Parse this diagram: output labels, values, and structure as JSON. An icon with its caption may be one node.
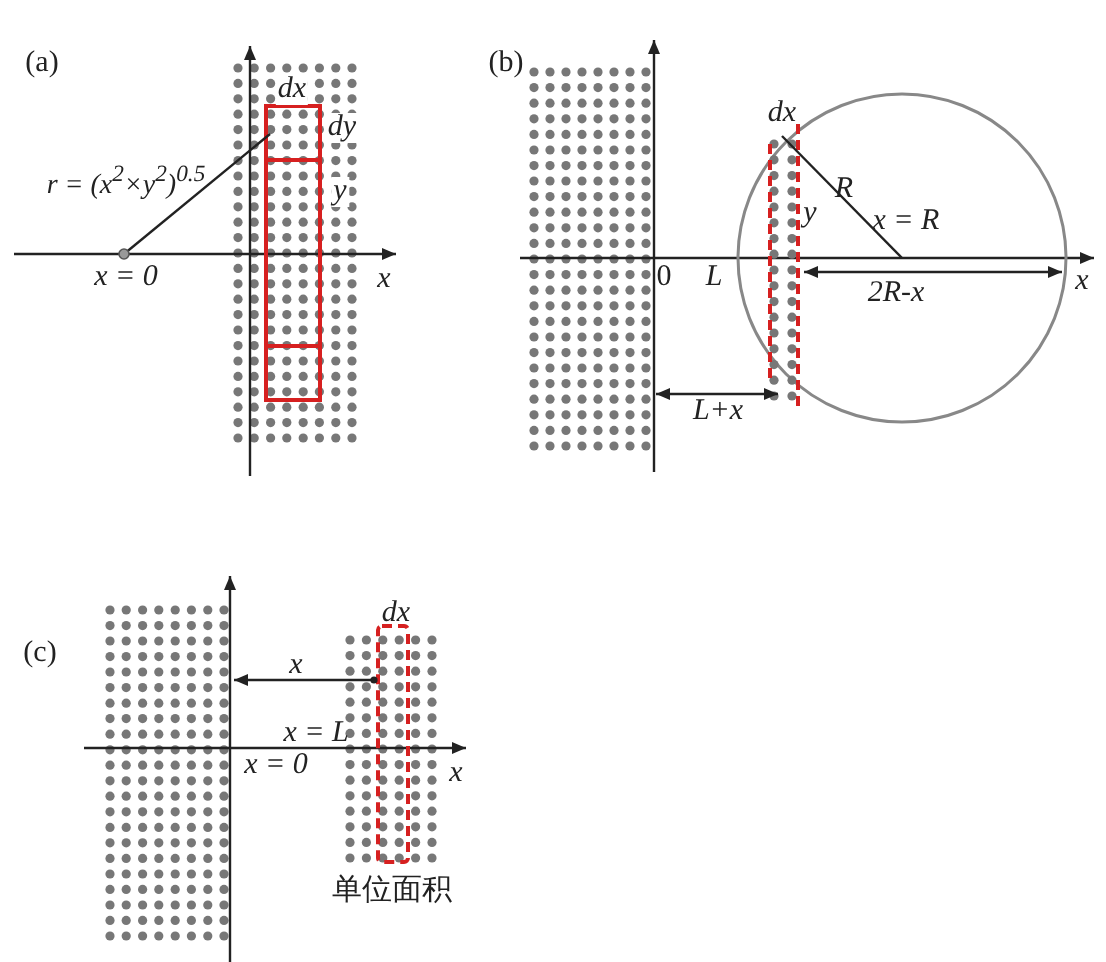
{
  "diagram": {
    "labels": [
      "(a)",
      "dx",
      "dy",
      "r = (x$^{2}$×y$^{2}$)$^{0.5}$",
      "y",
      "x = 0",
      "x",
      "(b)",
      "dx",
      "R",
      "y",
      "x = R",
      "0",
      "L",
      "2R-x",
      "x",
      "L+x",
      "(c)",
      "dx",
      "x",
      "x = L",
      "x = 0",
      "x",
      "单位面积"
    ]
  }
}
